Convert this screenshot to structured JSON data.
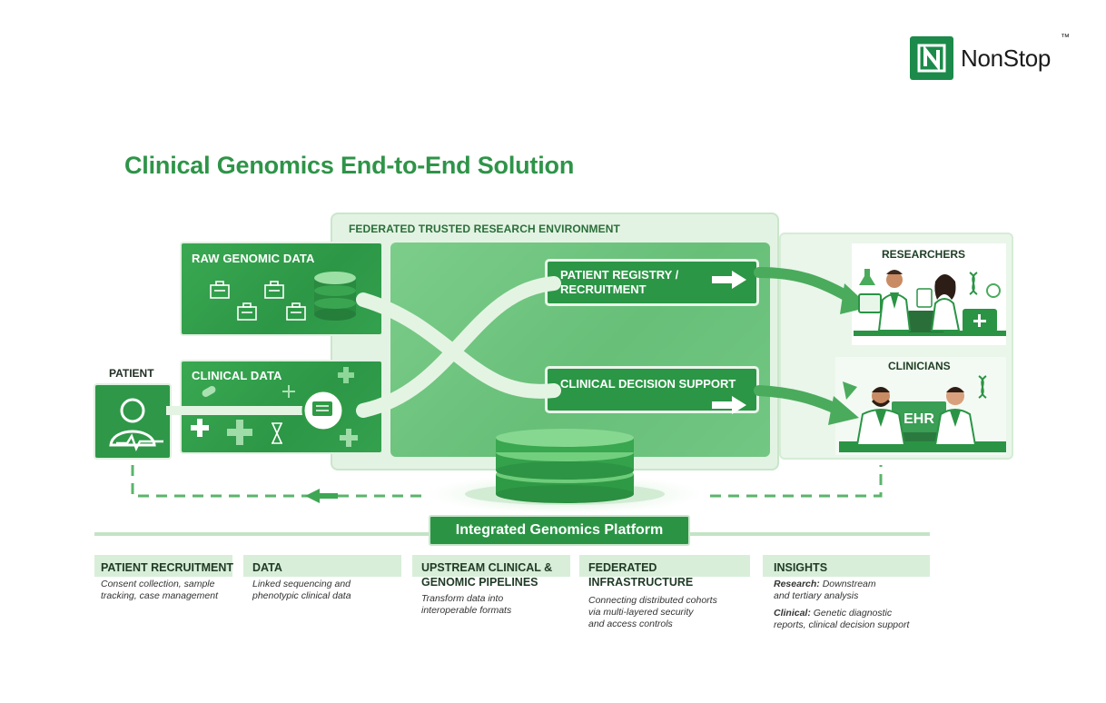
{
  "logo": {
    "brand": "NonStop",
    "tm": "™"
  },
  "title": "Clinical Genomics End-to-End Solution",
  "environment": {
    "label": "FEDERATED TRUSTED RESEARCH ENVIRONMENT"
  },
  "sources": {
    "raw_genomic": "RAW GENOMIC DATA",
    "clinical": "CLINICAL DATA",
    "patient": "PATIENT"
  },
  "destinations": {
    "registry": [
      "PATIENT REGISTRY /",
      "RECRUITMENT"
    ],
    "cds": "CLINICAL DECISION SUPPORT"
  },
  "users": {
    "researchers": "RESEARCHERS",
    "clinicians": "CLINICIANS",
    "ehr": "EHR"
  },
  "platform": "Integrated Genomics Platform",
  "stages": [
    {
      "title": [
        "PATIENT RECRUITMENT"
      ],
      "desc": [
        "Consent collection, sample",
        "tracking, case management"
      ]
    },
    {
      "title": [
        "DATA"
      ],
      "desc": [
        "Linked sequencing and",
        "phenotypic clinical data"
      ]
    },
    {
      "title": [
        "UPSTREAM CLINICAL &",
        "GENOMIC PIPELINES"
      ],
      "desc": [
        "Transform data into",
        "interoperable formats"
      ]
    },
    {
      "title": [
        "FEDERATED",
        "INFRASTRUCTURE"
      ],
      "desc": [
        "Connecting distributed cohorts",
        "via multi-layered security",
        "and access controls"
      ]
    },
    {
      "title": [
        "INSIGHTS"
      ],
      "desc_research_label": "Research:",
      "desc_research": " Downstream",
      "desc_research_2": "and tertiary analysis",
      "desc_clinical_label": "Clinical:",
      "desc_clinical": " Genetic diagnostic",
      "desc_clinical_2": "reports, clinical decision support"
    }
  ],
  "colors": {
    "brand_green": "#2a9444",
    "light_green": "#7ccd8a",
    "pale_green": "#e3f3e3",
    "title_green": "#2e9448"
  }
}
